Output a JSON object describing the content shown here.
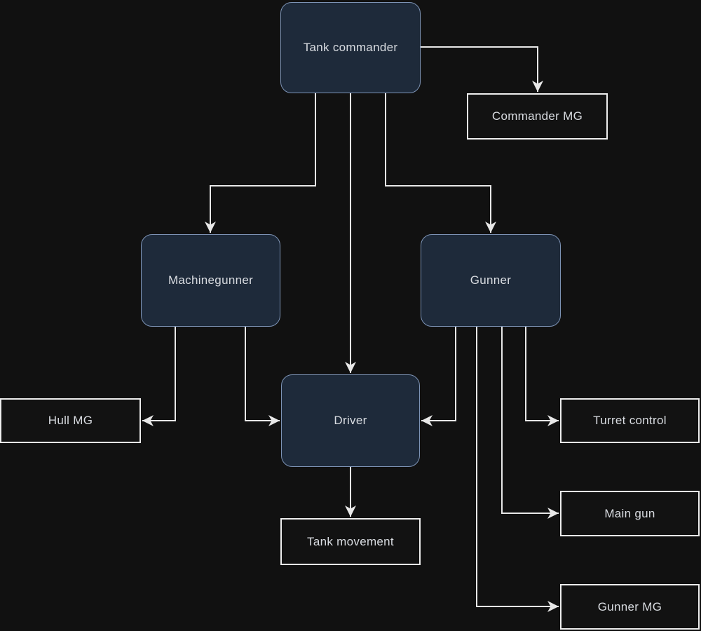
{
  "diagram": {
    "type": "flowchart",
    "orientation": "top-down"
  },
  "nodes": {
    "tank_commander": {
      "label": "Tank commander",
      "kind": "role"
    },
    "machinegunner": {
      "label": "Machinegunner",
      "kind": "role"
    },
    "gunner": {
      "label": "Gunner",
      "kind": "role"
    },
    "driver": {
      "label": "Driver",
      "kind": "role"
    },
    "commander_mg": {
      "label": "Commander MG",
      "kind": "item"
    },
    "hull_mg": {
      "label": "Hull MG",
      "kind": "item"
    },
    "turret_control": {
      "label": "Turret control",
      "kind": "item"
    },
    "main_gun": {
      "label": "Main gun",
      "kind": "item"
    },
    "gunner_mg": {
      "label": "Gunner MG",
      "kind": "item"
    },
    "tank_movement": {
      "label": "Tank movement",
      "kind": "item"
    }
  },
  "edges": [
    {
      "from": "Tank commander",
      "to": "Commander MG"
    },
    {
      "from": "Tank commander",
      "to": "Machinegunner"
    },
    {
      "from": "Tank commander",
      "to": "Driver"
    },
    {
      "from": "Tank commander",
      "to": "Gunner"
    },
    {
      "from": "Machinegunner",
      "to": "Hull MG"
    },
    {
      "from": "Machinegunner",
      "to": "Driver"
    },
    {
      "from": "Gunner",
      "to": "Driver"
    },
    {
      "from": "Gunner",
      "to": "Turret control"
    },
    {
      "from": "Gunner",
      "to": "Main gun"
    },
    {
      "from": "Gunner",
      "to": "Gunner MG"
    },
    {
      "from": "Driver",
      "to": "Tank movement"
    }
  ],
  "colors": {
    "background": "#111111",
    "role_node_fill": "#1e2a3a",
    "role_node_border": "#7d93b5",
    "item_node_fill": "#121212",
    "item_node_border": "#ededed",
    "edge_stroke": "#e8e8e8",
    "text": "#d9dce1"
  }
}
